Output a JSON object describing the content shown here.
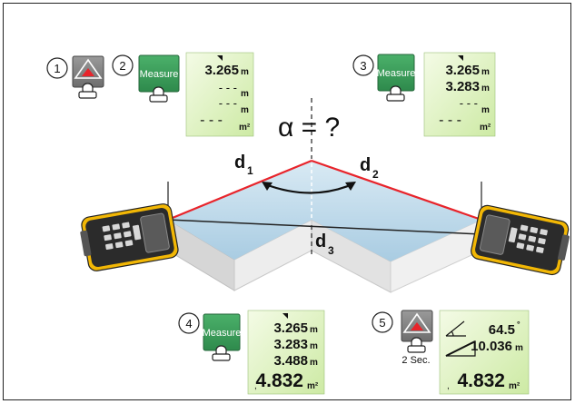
{
  "colors": {
    "screen_green": "#e3f5c8",
    "button_green": "#3a9b5a",
    "plane_blue": "#bcd7e8",
    "box_gray": "#e6e6e6",
    "red_line": "#e8242b",
    "device_yellow": "#f2b705",
    "ink": "#111111"
  },
  "diagram": {
    "question": "α = ?",
    "labels": {
      "d1": "d",
      "d1_sub": "1",
      "d2": "d",
      "d2_sub": "2",
      "d3": "d",
      "d3_sub": "3"
    }
  },
  "steps": [
    {
      "number": "1",
      "button": "laser-button"
    },
    {
      "number": "2",
      "button_label": "Measure",
      "display": [
        {
          "value": "3.265",
          "unit": "m"
        },
        {
          "value": "- - -",
          "unit": "m"
        },
        {
          "value": "- - -",
          "unit": "m"
        },
        {
          "value": "- - -",
          "unit": "m²"
        }
      ]
    },
    {
      "number": "3",
      "button_label": "Measure",
      "display": [
        {
          "value": "3.265",
          "unit": "m"
        },
        {
          "value": "3.283",
          "unit": "m"
        },
        {
          "value": "- - -",
          "unit": "m"
        },
        {
          "value": "- - -",
          "unit": "m²"
        }
      ]
    },
    {
      "number": "4",
      "button_label": "Measure",
      "display": [
        {
          "value": "3.265",
          "unit": "m"
        },
        {
          "value": "3.283",
          "unit": "m"
        },
        {
          "value": "3.488",
          "unit": "m"
        },
        {
          "value": "4.832",
          "unit": "m²"
        }
      ]
    },
    {
      "number": "5",
      "button_caption": "2 Sec.",
      "display": [
        {
          "value": "64.5",
          "unit": "°"
        },
        {
          "value": "10.036",
          "unit": "m"
        },
        {
          "value": "4.832",
          "unit": "m²"
        }
      ]
    }
  ]
}
